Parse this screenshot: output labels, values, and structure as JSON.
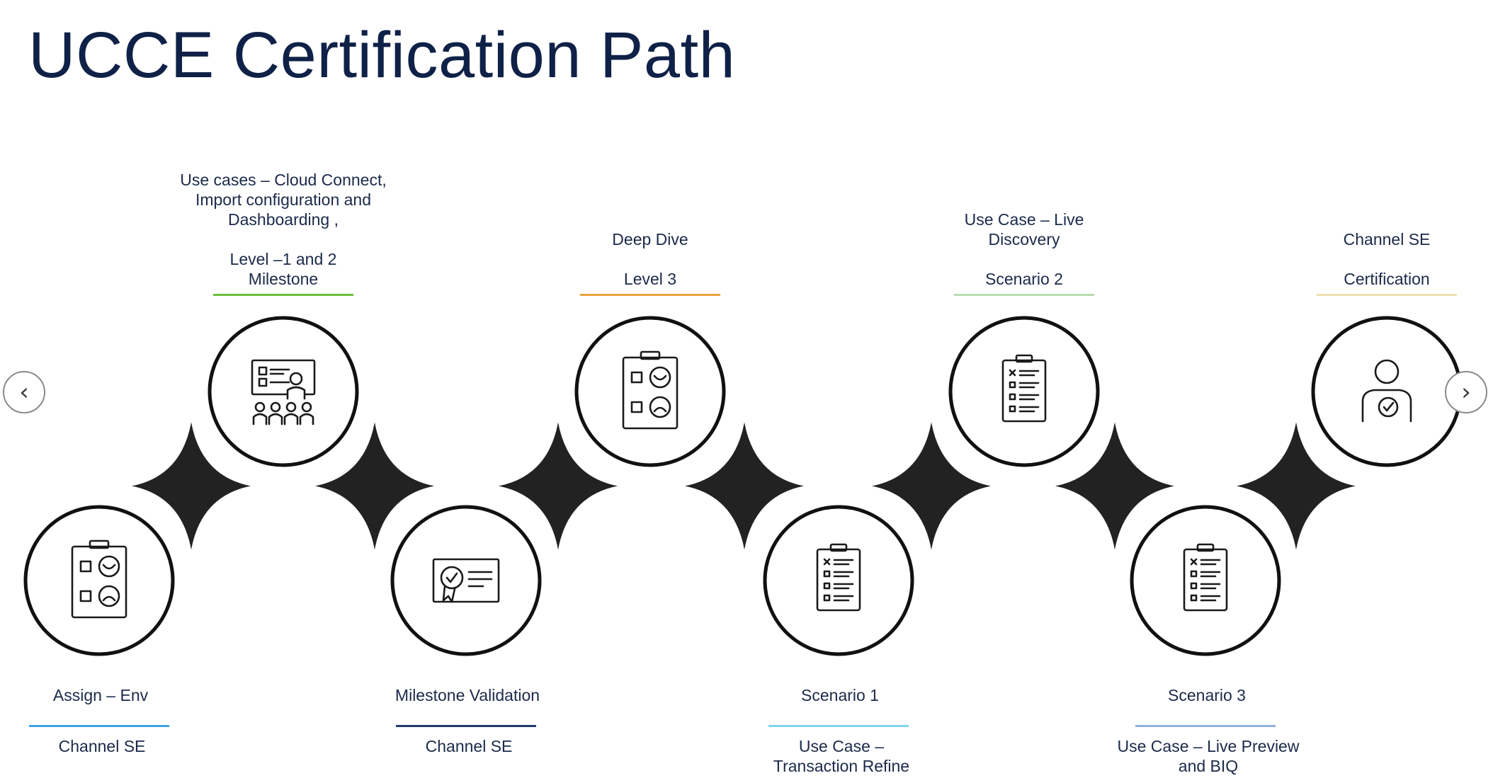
{
  "page": {
    "title": "UCCE Certification Path"
  },
  "navigation": {
    "prev_icon": "chevron-left-icon",
    "prev_glyph": "‹",
    "next_icon": "chevron-right-icon",
    "next_glyph": "›"
  },
  "steps": [
    {
      "icon": "test-clipboard-icon",
      "label_top": "",
      "label_bottom": "Assign – Env",
      "label_bottom_2": "Channel SE",
      "accent": "#3aa3e0"
    },
    {
      "icon": "classroom-training-icon",
      "label_top": "Use cases – Cloud Connect,\nImport configuration and\nDashboarding ,\n\nLevel –1 and 2\nMilestone",
      "accent": "#6cbf3a"
    },
    {
      "icon": "certificate-icon",
      "label_top": "",
      "label_bottom": "Milestone Validation",
      "label_bottom_2": "Channel SE",
      "accent": "#1d3a6b"
    },
    {
      "icon": "test-clipboard-icon",
      "label_top": "Deep Dive\n\nLevel 3",
      "accent": "#e8a33a"
    },
    {
      "icon": "checklist-icon",
      "label_top": "",
      "label_bottom": "Scenario 1",
      "label_bottom_2": "Use Case –\nTransaction Refine",
      "accent": "#7ed6ec"
    },
    {
      "icon": "checklist-icon",
      "label_top": "Use Case – Live\nDiscovery\n\nScenario 2",
      "accent": "#b9dcb0"
    },
    {
      "icon": "checklist-icon",
      "label_top": "",
      "label_bottom": "Scenario 3",
      "label_bottom_2": "Use Case – Live Preview\nand BIQ",
      "accent": "#8fb0d8"
    },
    {
      "icon": "certified-person-icon",
      "label_top": "Channel SE\n\nCertification",
      "accent": "#ecdfb0"
    }
  ]
}
